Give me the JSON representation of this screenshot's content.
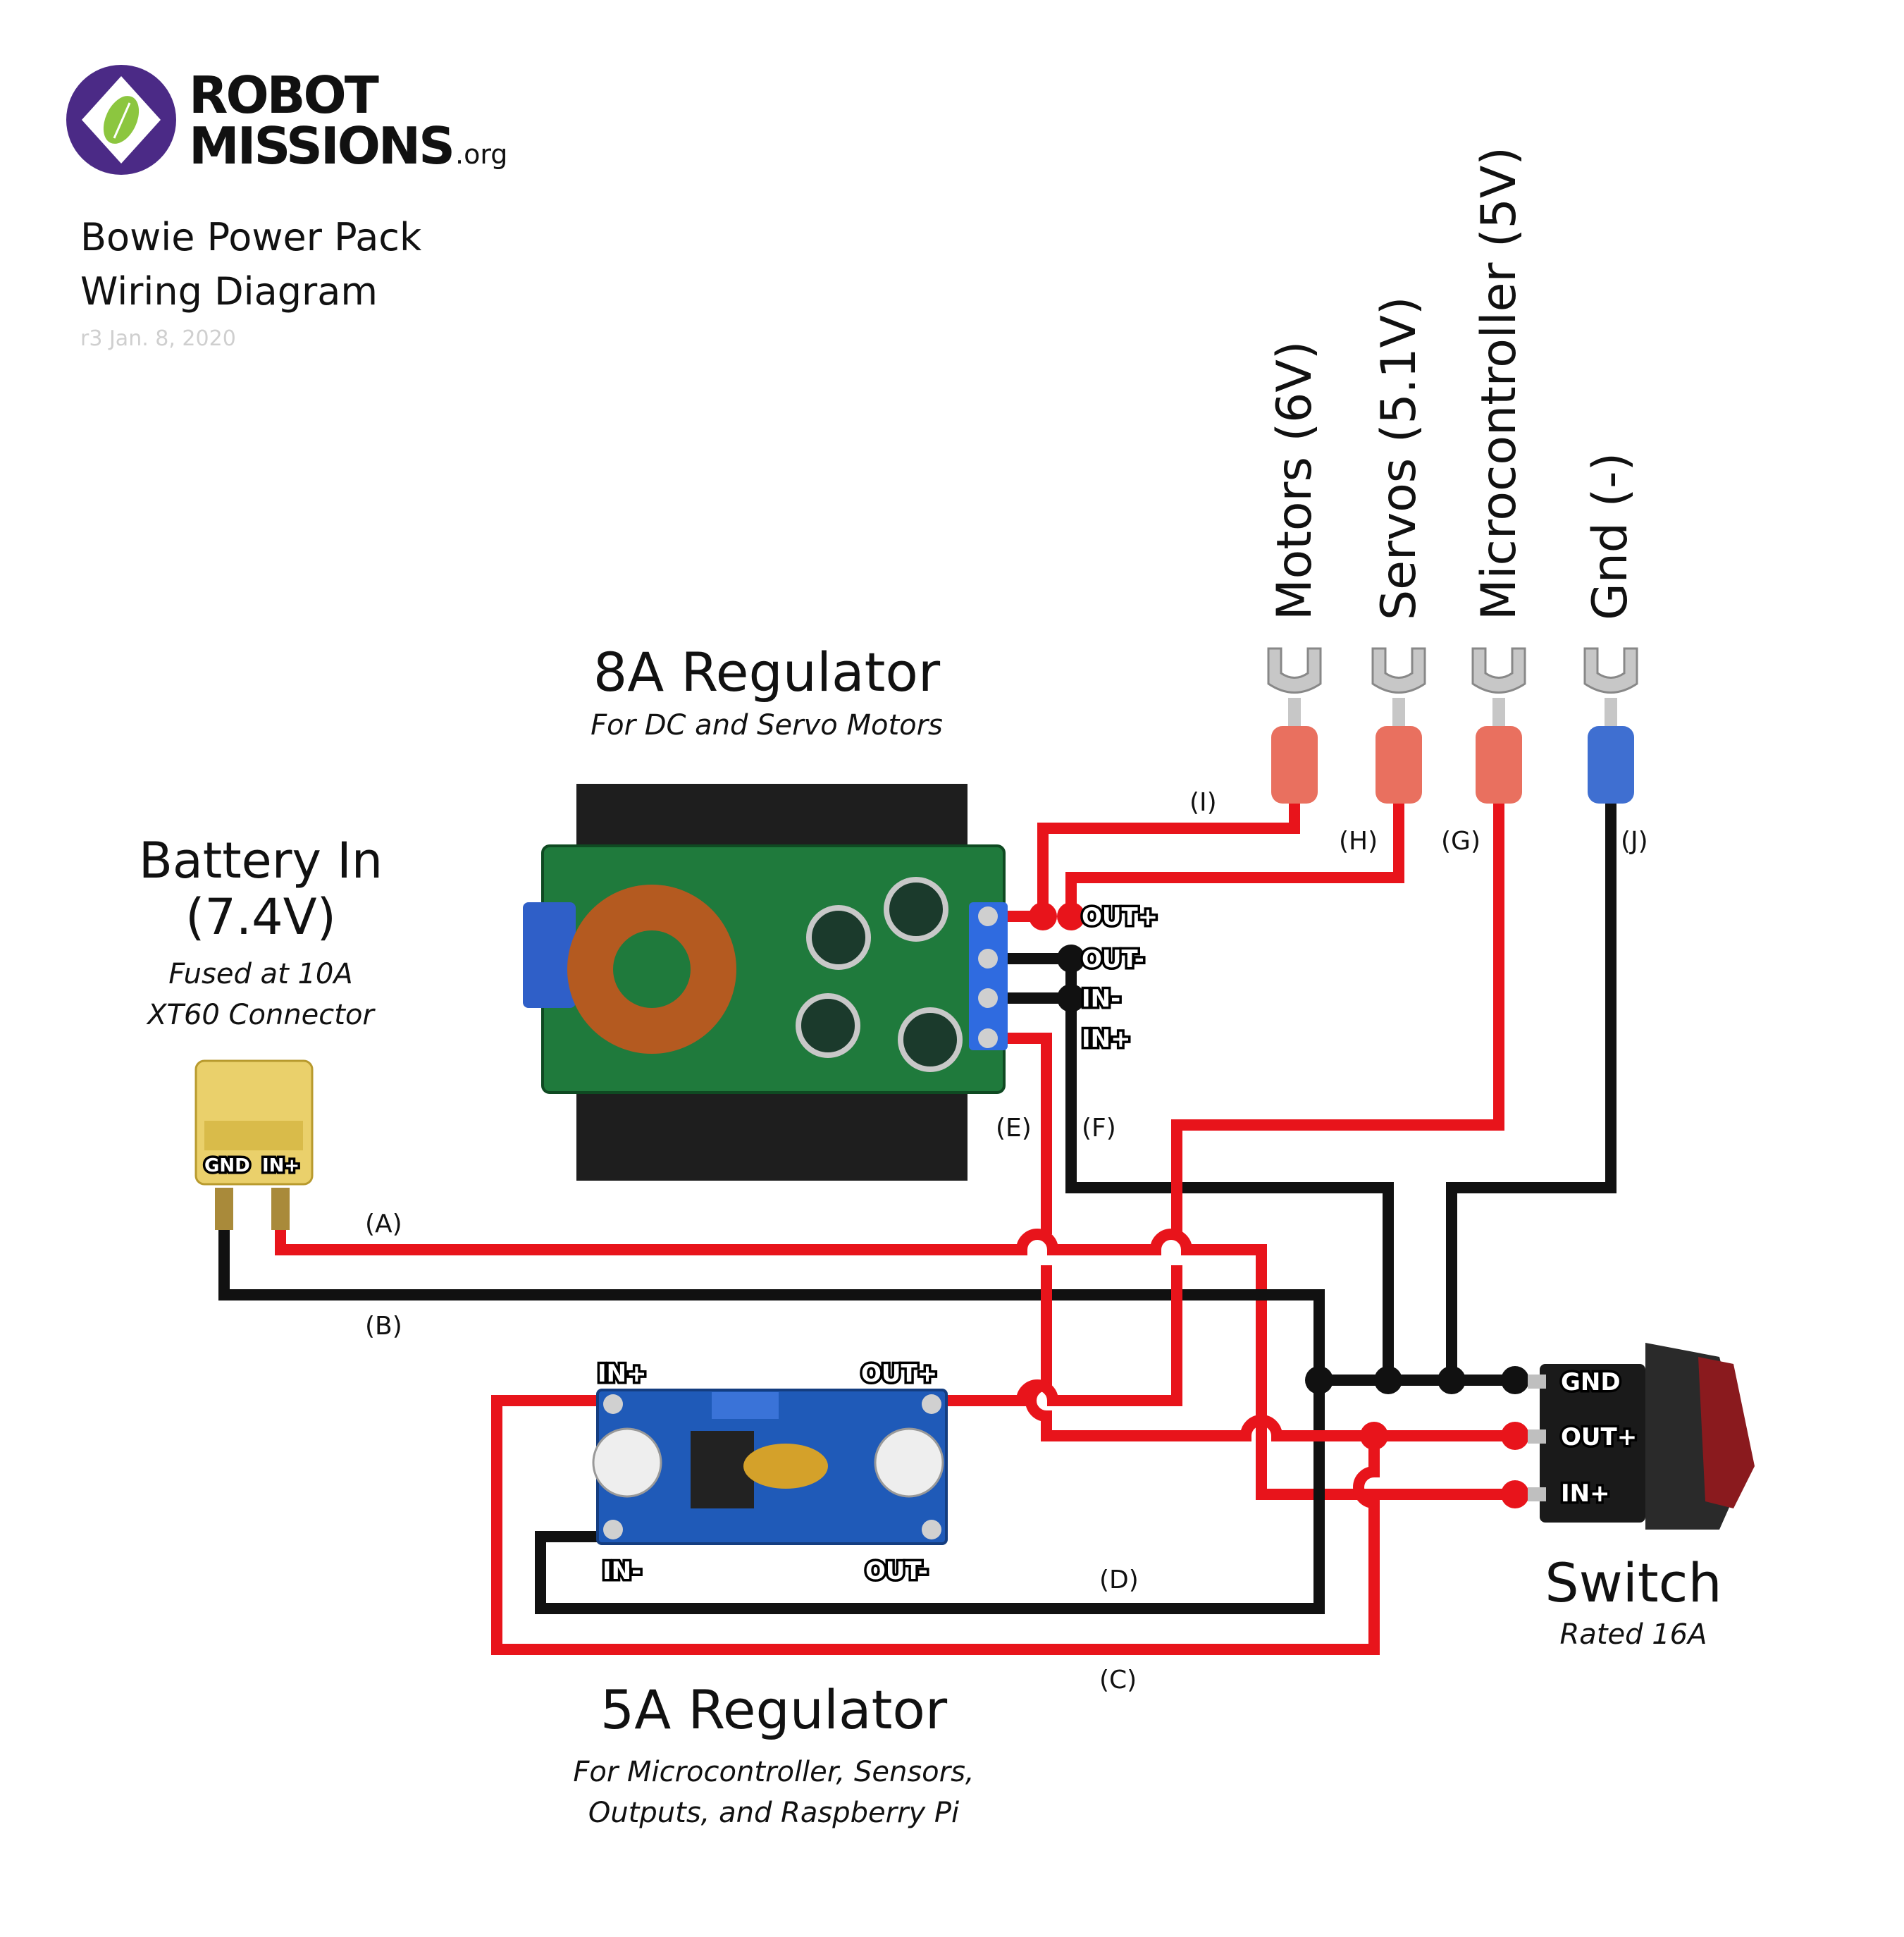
{
  "brand": {
    "line1": "ROBOT",
    "line2": "MISSIONS",
    "suffix": ".org",
    "logo_icon": "leaf-icon",
    "colors": {
      "ring": "#4b2a86",
      "leaf": "#8cc63f"
    }
  },
  "title": {
    "line1": "Bowie Power Pack",
    "line2": "Wiring Diagram",
    "revision": "r3 Jan. 8, 2020"
  },
  "components": {
    "battery": {
      "title1": "Battery In",
      "title2": "(7.4V)",
      "note1": "Fused at 10A",
      "note2": "XT60 Connector",
      "pin_gnd": "GND",
      "pin_in": "IN+"
    },
    "reg8a": {
      "title": "8A Regulator",
      "note": "For DC and Servo Motors",
      "pin_out_plus": "OUT+",
      "pin_out_minus": "OUT-",
      "pin_in_minus": "IN-",
      "pin_in_plus": "IN+"
    },
    "reg5a": {
      "title": "5A Regulator",
      "note1": "For Microcontroller, Sensors,",
      "note2": "Outputs, and Raspberry Pi",
      "pin_in_plus": "IN+",
      "pin_out_plus": "OUT+",
      "pin_in_minus": "IN-",
      "pin_out_minus": "OUT-"
    },
    "switch": {
      "title": "Switch",
      "note": "Rated 16A",
      "pin_gnd": "GND",
      "pin_out": "OUT+",
      "pin_in": "IN+"
    }
  },
  "outputs": [
    {
      "label": "Motors (6V)",
      "wire": "(I)"
    },
    {
      "label": "Servos (5.1V)",
      "wire": "(H)"
    },
    {
      "label": "Microcontroller (5V)",
      "wire": "(G)"
    },
    {
      "label": "Gnd (-)",
      "wire": "(J)"
    }
  ],
  "wires": {
    "a": "(A)",
    "b": "(B)",
    "c": "(C)",
    "d": "(D)",
    "e": "(E)",
    "f": "(F)"
  },
  "colors": {
    "positive": "#e8141b",
    "ground": "#111111",
    "lug_red": "#e9705f",
    "lug_blue": "#3f6fd1"
  }
}
